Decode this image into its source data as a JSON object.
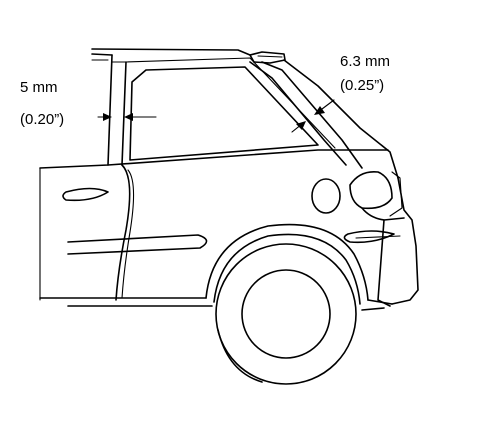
{
  "callouts": {
    "left": {
      "metric": "5 mm",
      "imperial": "(0.20”)"
    },
    "right": {
      "metric": "6.3 mm",
      "imperial": "(0.25”)"
    }
  }
}
